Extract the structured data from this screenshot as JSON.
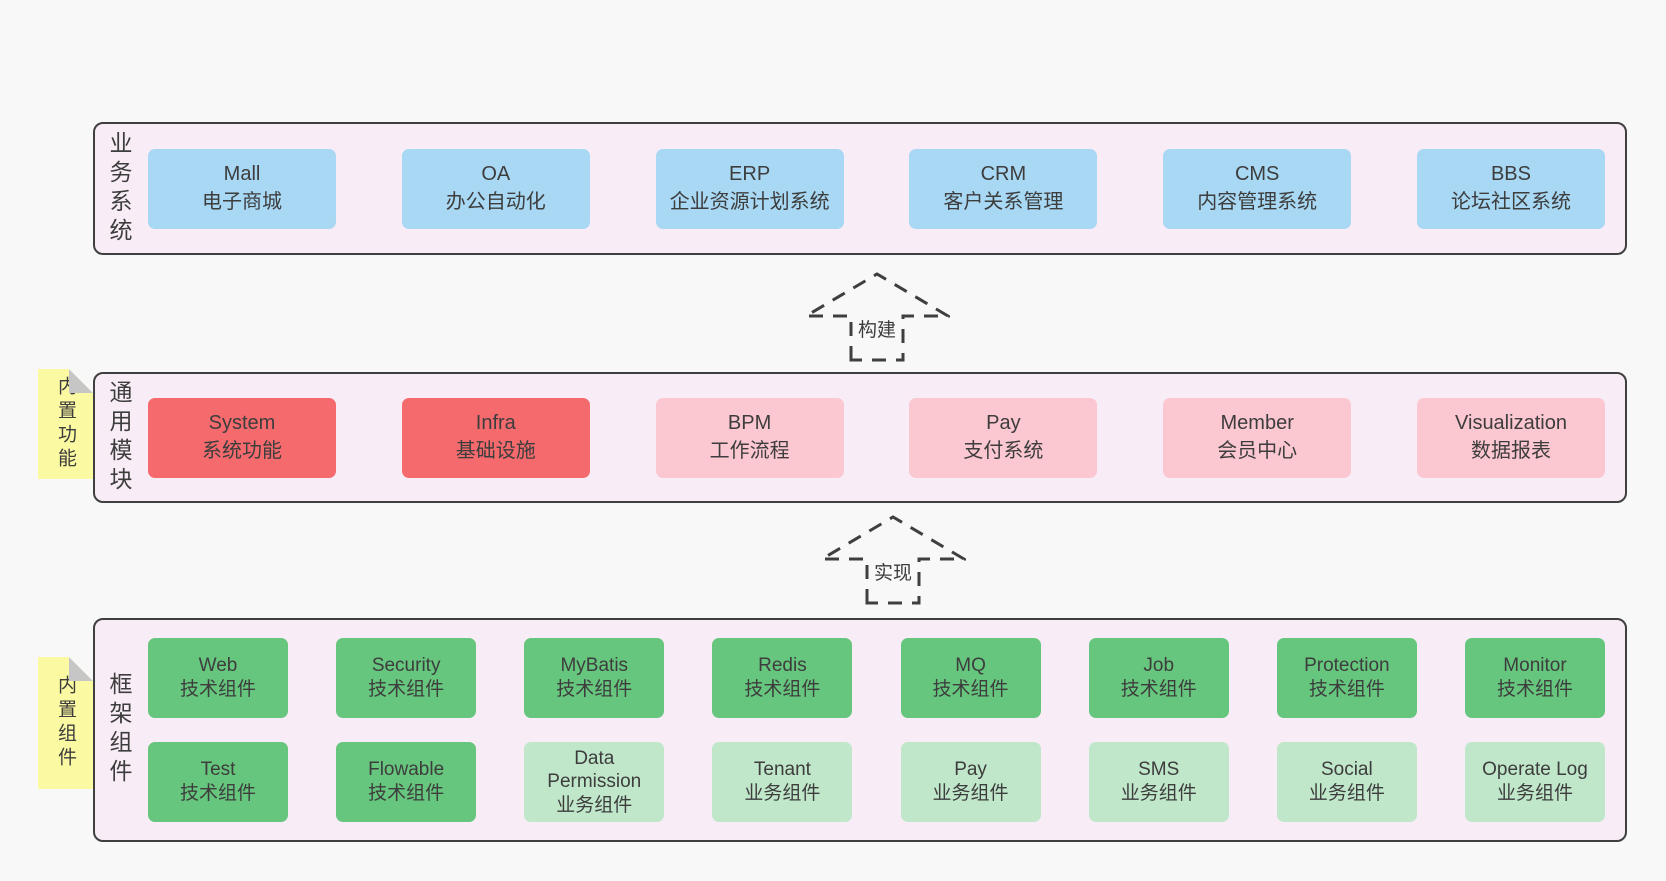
{
  "palette": {
    "page_bg": "#f8f8f8",
    "panel_bg": "#f8edf6",
    "line": "#3f3f3f",
    "text": "#3d3d3d",
    "yellow": "#fbf9a1",
    "fold_gray": "#c6c6c6",
    "blue": "#a8d8f4",
    "red": "#f56a6d",
    "pink": "#fbc7d1",
    "green": "#66c67e",
    "light_green": "#c0e7ca"
  },
  "sections": {
    "business": {
      "label": "业务系统",
      "boxes": [
        {
          "title": "Mall",
          "subtitle": "电子商城",
          "variant": "blue"
        },
        {
          "title": "OA",
          "subtitle": "办公自动化",
          "variant": "blue"
        },
        {
          "title": "ERP",
          "subtitle": "企业资源计划系统",
          "variant": "blue"
        },
        {
          "title": "CRM",
          "subtitle": "客户关系管理",
          "variant": "blue"
        },
        {
          "title": "CMS",
          "subtitle": "内容管理系统",
          "variant": "blue"
        },
        {
          "title": "BBS",
          "subtitle": "论坛社区系统",
          "variant": "blue"
        }
      ]
    },
    "modules": {
      "label": "通用模块",
      "note": "内置功能",
      "boxes": [
        {
          "title": "System",
          "subtitle": "系统功能",
          "variant": "red"
        },
        {
          "title": "Infra",
          "subtitle": "基础设施",
          "variant": "red"
        },
        {
          "title": "BPM",
          "subtitle": "工作流程",
          "variant": "pink"
        },
        {
          "title": "Pay",
          "subtitle": "支付系统",
          "variant": "pink"
        },
        {
          "title": "Member",
          "subtitle": "会员中心",
          "variant": "pink"
        },
        {
          "title": "Visualization",
          "subtitle": "数据报表",
          "variant": "pink"
        }
      ]
    },
    "components": {
      "label": "框架组件",
      "note": "内置组件",
      "boxes": [
        {
          "title": "Web",
          "subtitle": "技术组件",
          "variant": "green"
        },
        {
          "title": "Security",
          "subtitle": "技术组件",
          "variant": "green"
        },
        {
          "title": "MyBatis",
          "subtitle": "技术组件",
          "variant": "green"
        },
        {
          "title": "Redis",
          "subtitle": "技术组件",
          "variant": "green"
        },
        {
          "title": "MQ",
          "subtitle": "技术组件",
          "variant": "green"
        },
        {
          "title": "Job",
          "subtitle": "技术组件",
          "variant": "green"
        },
        {
          "title": "Protection",
          "subtitle": "技术组件",
          "variant": "green"
        },
        {
          "title": "Monitor",
          "subtitle": "技术组件",
          "variant": "green"
        },
        {
          "title": "Test",
          "subtitle": "技术组件",
          "variant": "green"
        },
        {
          "title": "Flowable",
          "subtitle": "技术组件",
          "variant": "green"
        },
        {
          "title": "Data Permission",
          "subtitle": "业务组件",
          "variant": "light_green"
        },
        {
          "title": "Tenant",
          "subtitle": "业务组件",
          "variant": "light_green"
        },
        {
          "title": "Pay",
          "subtitle": "业务组件",
          "variant": "light_green"
        },
        {
          "title": "SMS",
          "subtitle": "业务组件",
          "variant": "light_green"
        },
        {
          "title": "Social",
          "subtitle": "业务组件",
          "variant": "light_green"
        },
        {
          "title": "Operate Log",
          "subtitle": "业务组件",
          "variant": "light_green"
        }
      ]
    }
  },
  "arrows": [
    {
      "label": "构建"
    },
    {
      "label": "实现"
    }
  ]
}
